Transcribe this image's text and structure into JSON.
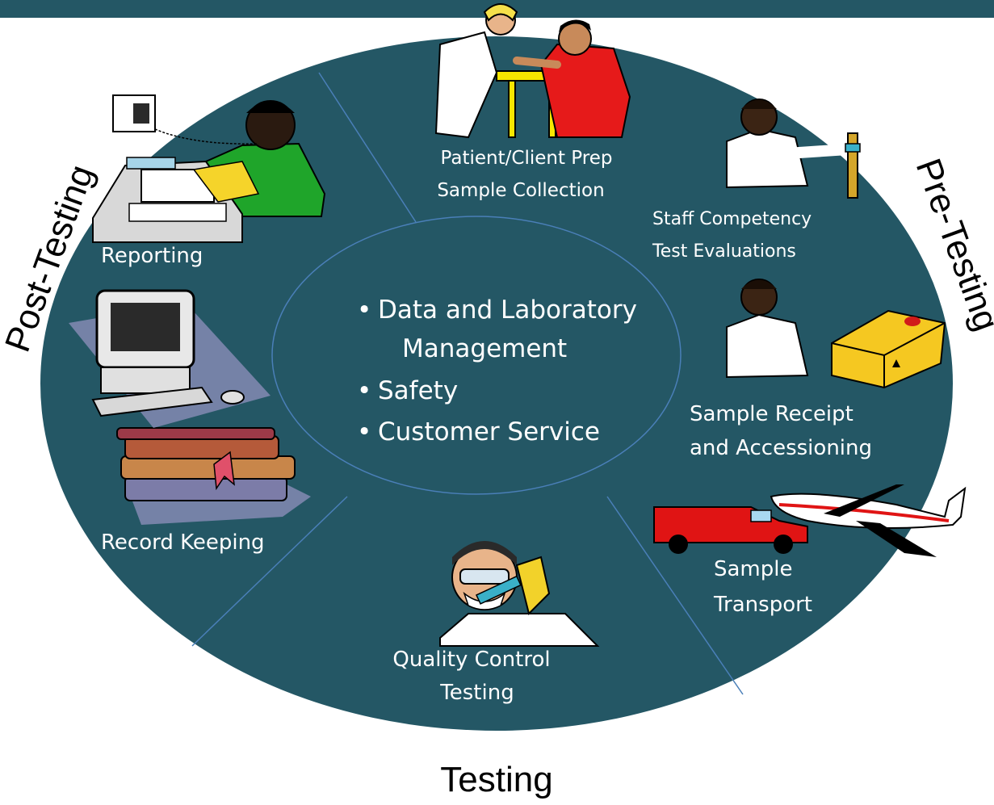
{
  "colors": {
    "header_bar": "#245765",
    "outer_ellipse": "#245765",
    "inner_ellipse_stroke": "#4a7fb8",
    "divider_lines": "#4a7fb8",
    "text": "#ffffff",
    "phase_text": "#000000"
  },
  "phases": {
    "post_testing": "Post-Testing",
    "pre_testing": "Pre-Testing",
    "testing": "Testing"
  },
  "center": {
    "bullets": [
      "Data and Laboratory",
      "Management",
      "Safety",
      "Customer Service"
    ]
  },
  "stages": [
    {
      "key": "patient_prep",
      "lines": [
        "Patient/Client Prep",
        "Sample Collection"
      ],
      "icon": "nurse-drawing-blood-icon"
    },
    {
      "key": "staff_competency",
      "lines": [
        "Staff Competency",
        "Test Evaluations"
      ],
      "icon": "technician-with-test-tube-icon"
    },
    {
      "key": "sample_receipt",
      "lines": [
        "Sample Receipt",
        "and Accessioning"
      ],
      "icon": "technician-with-package-icon"
    },
    {
      "key": "sample_transport",
      "lines": [
        "Sample",
        "Transport"
      ],
      "icon": "van-and-airplane-icon"
    },
    {
      "key": "quality_control",
      "lines": [
        "Quality Control",
        "Testing"
      ],
      "icon": "scientist-with-goggles-icon"
    },
    {
      "key": "record_keeping",
      "lines": [
        "Record Keeping"
      ],
      "icon": "stack-of-books-icon"
    },
    {
      "key": "computer",
      "lines": [],
      "icon": "computer-icon"
    },
    {
      "key": "reporting",
      "lines": [
        "Reporting"
      ],
      "icon": "man-on-phone-with-fax-icon"
    }
  ]
}
